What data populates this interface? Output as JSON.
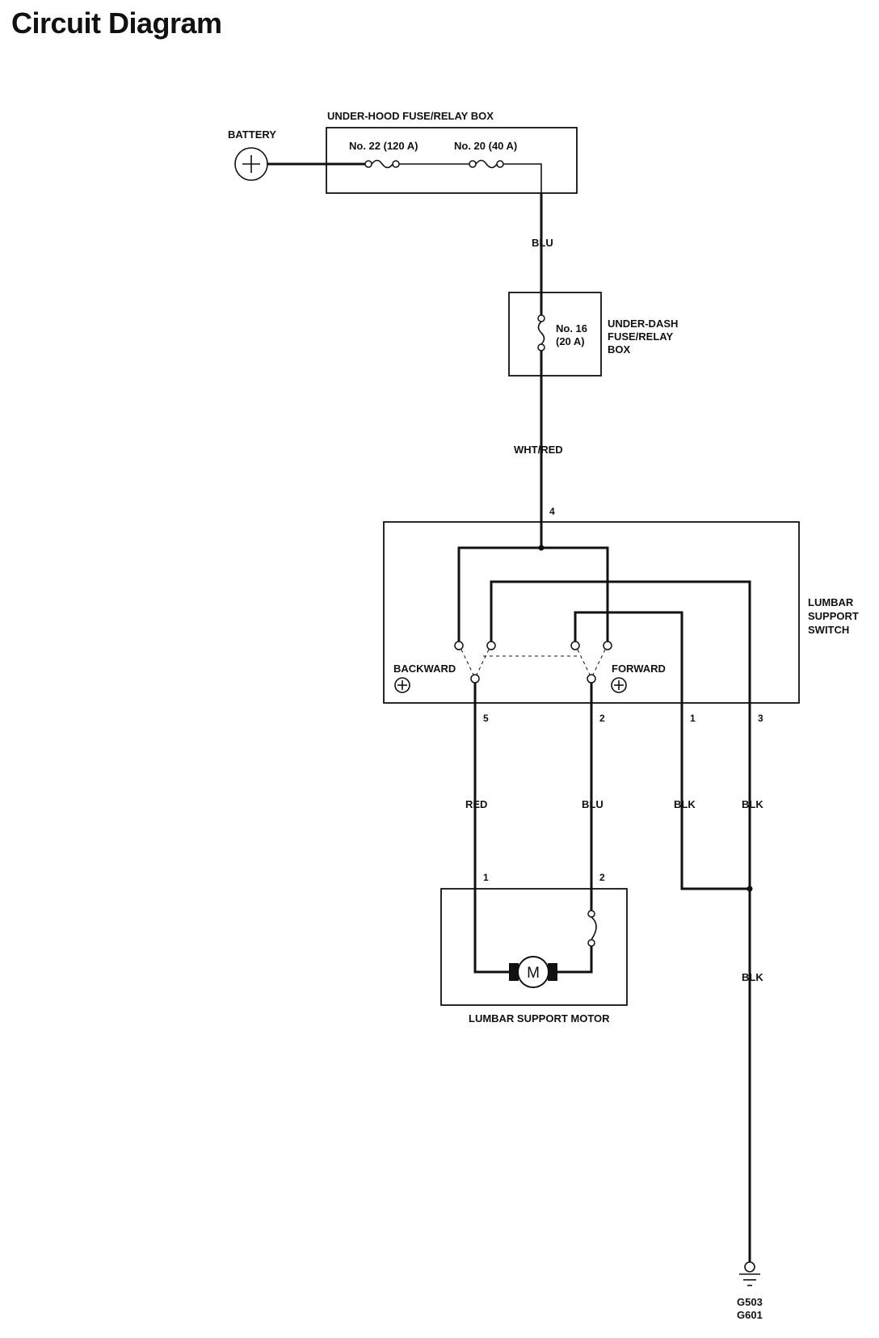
{
  "title": "Circuit Diagram",
  "battery": {
    "label": "BATTERY"
  },
  "underhood_box": {
    "label": "UNDER-HOOD FUSE/RELAY BOX",
    "fuse_a": "No. 22 (120 A)",
    "fuse_b": "No. 20 (40 A)"
  },
  "underdash_box": {
    "label_lines": [
      "UNDER-DASH",
      "FUSE/RELAY",
      "BOX"
    ],
    "fuse_lines": [
      "No. 16",
      "(20 A)"
    ]
  },
  "switch": {
    "label_lines": [
      "LUMBAR",
      "SUPPORT",
      "SWITCH"
    ],
    "backward": "BACKWARD",
    "forward": "FORWARD",
    "pins": {
      "p4": "4",
      "p5": "5",
      "p2": "2",
      "p1": "1",
      "p3": "3"
    }
  },
  "motor": {
    "label": "LUMBAR SUPPORT MOTOR",
    "symbol": "M",
    "pins": {
      "p1": "1",
      "p2": "2"
    }
  },
  "wires": {
    "blu_top": "BLU",
    "wht_red": "WHT/RED",
    "red": "RED",
    "blu": "BLU",
    "blk1": "BLK",
    "blk2": "BLK",
    "blk3": "BLK"
  },
  "ground": {
    "lines": [
      "G503",
      "G601"
    ]
  }
}
